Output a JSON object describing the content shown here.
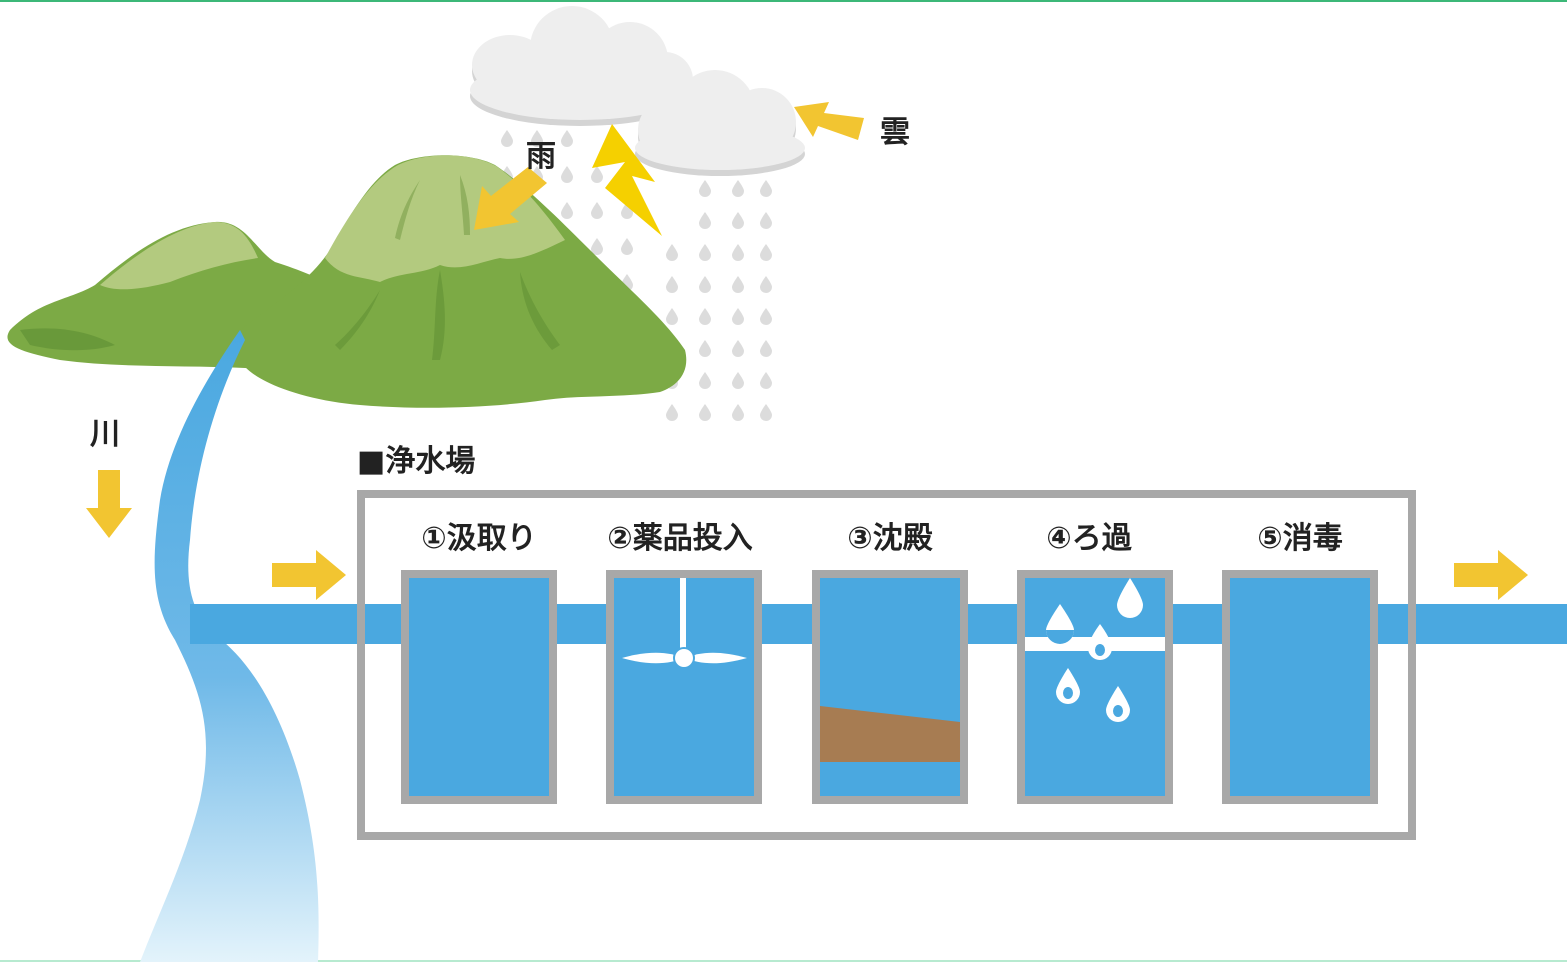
{
  "labels": {
    "cloud": "雲",
    "rain": "雨",
    "river": "川",
    "plant": "■浄水場"
  },
  "stages": [
    {
      "label": "①汲取り"
    },
    {
      "label": "②薬品投入"
    },
    {
      "label": "③沈殿"
    },
    {
      "label": "④ろ過"
    },
    {
      "label": "⑤消毒"
    }
  ],
  "colors": {
    "water": "#4aa8e0",
    "frame": "#a8a8a8",
    "arrow": "#f2c531",
    "lightning": "#f5d000",
    "sediment": "#a77c52",
    "mountain_dark": "#7caa45",
    "mountain_light": "#b3ca7f",
    "cloud": "#eeeeee",
    "rain": "#dcdcdc",
    "border_line": "#3cb878"
  }
}
